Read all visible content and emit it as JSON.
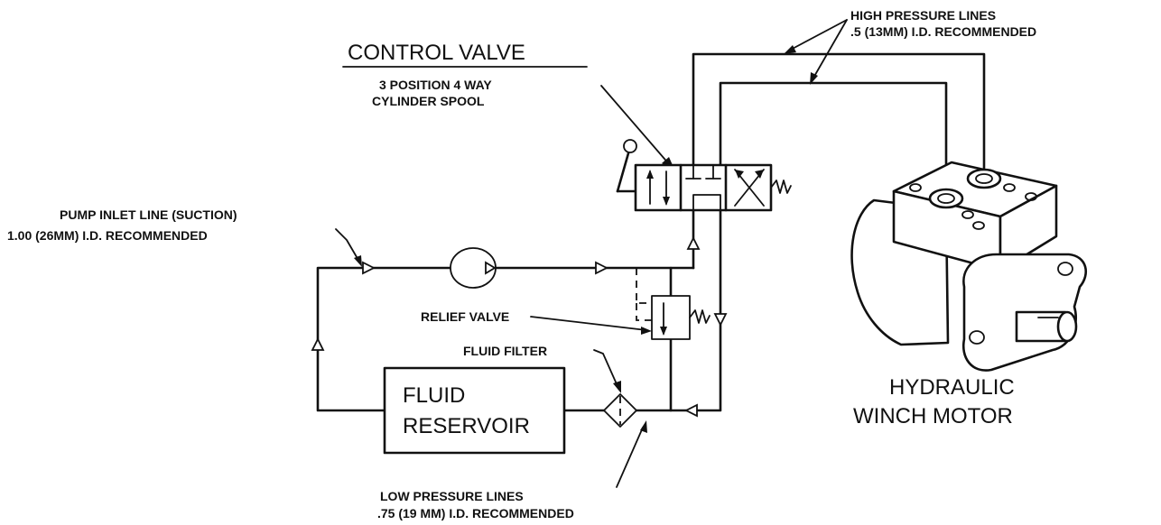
{
  "labels": {
    "control_valve_title": "CONTROL VALVE",
    "control_valve_sub1": "3 POSITION 4 WAY",
    "control_valve_sub2": "CYLINDER SPOOL",
    "high_pressure_line1": "HIGH PRESSURE LINES",
    "high_pressure_line2": ".5 (13MM) I.D. RECOMMENDED",
    "pump_inlet_line1": "PUMP INLET LINE (SUCTION)",
    "pump_inlet_line2": "1.00 (26MM) I.D. RECOMMENDED",
    "relief_valve": "RELIEF VALVE",
    "fluid_filter": "FLUID FILTER",
    "reservoir_line1": "FLUID",
    "reservoir_line2": "RESERVOIR",
    "motor_line1": "HYDRAULIC",
    "motor_line2": "WINCH MOTOR",
    "low_pressure_line1": "LOW PRESSURE LINES",
    "low_pressure_line2": ".75 (19 MM) I.D. RECOMMENDED"
  }
}
